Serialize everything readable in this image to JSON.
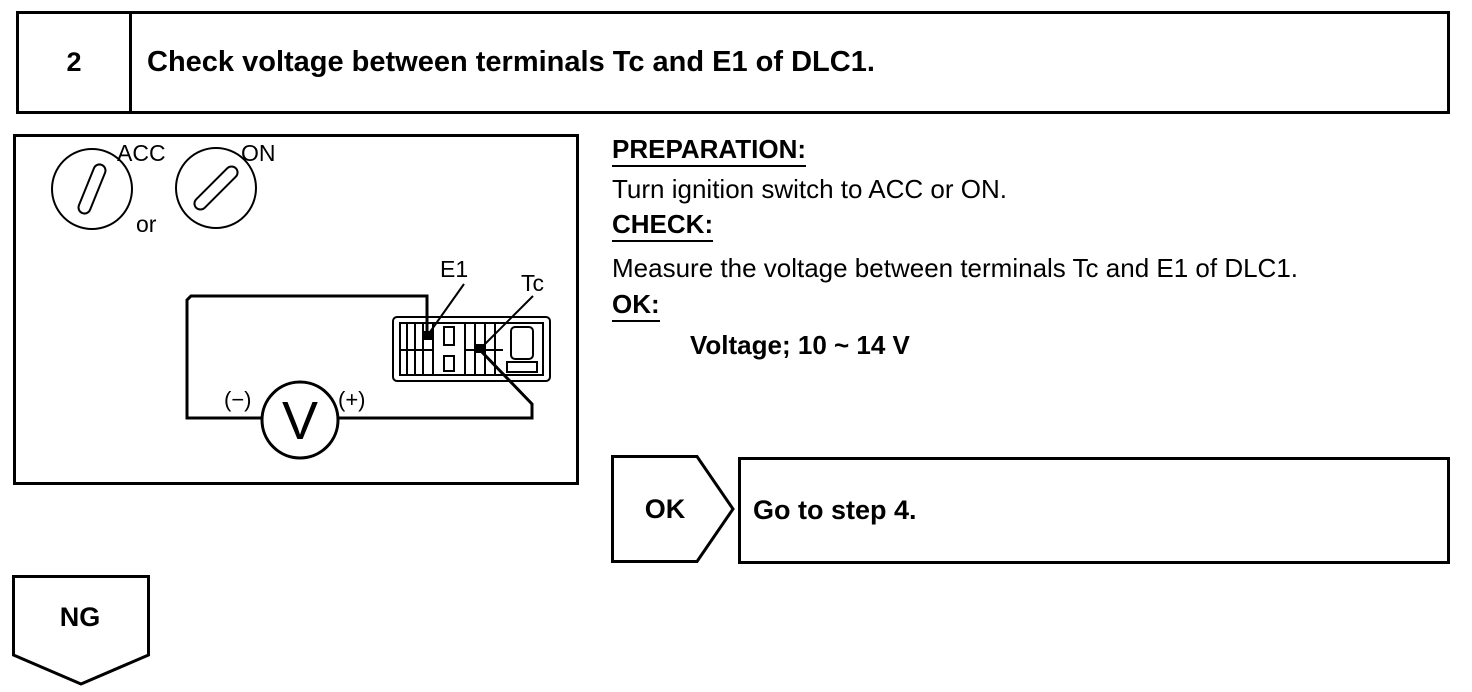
{
  "step": {
    "number": "2",
    "title": "Check voltage between terminals Tc and E1 of DLC1."
  },
  "illustration": {
    "label_acc": "ACC",
    "label_on": "ON",
    "label_or": "or",
    "label_e1": "E1",
    "label_tc": "Tc",
    "label_minus": "(−)",
    "label_plus": "(+)",
    "label_v": "V"
  },
  "instructions": {
    "preparation_heading": "PREPARATION:",
    "preparation_text": "Turn ignition switch to ACC or ON.",
    "check_heading": "CHECK:",
    "check_text": "Measure the voltage between terminals Tc and E1 of DLC1.",
    "ok_heading": "OK:",
    "ok_spec": "Voltage; 10 ~ 14 V"
  },
  "results": {
    "ok_label": "OK",
    "ok_action": "Go to step 4.",
    "ng_label": "NG"
  }
}
